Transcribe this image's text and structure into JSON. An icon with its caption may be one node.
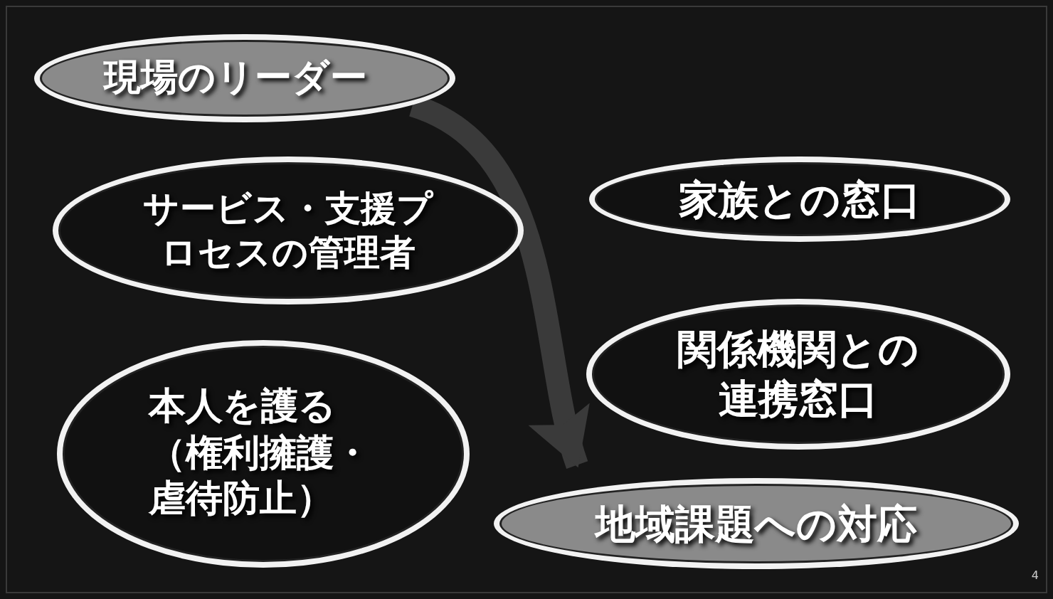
{
  "diagram": {
    "nodes": [
      {
        "text": [
          "現場のリーダー"
        ]
      },
      {
        "text": [
          "サービス・支援プロセスの管理者"
        ]
      },
      {
        "text": [
          "家族との窓口"
        ]
      },
      {
        "text": [
          "本人を護る（権利擁護・虐待防止）"
        ]
      },
      {
        "text": [
          "関係機関との連携窓口"
        ]
      },
      {
        "text": [
          "地域課題への対応"
        ]
      }
    ],
    "edges": [
      {
        "from": 0,
        "to": 5,
        "arrow": "to",
        "color": "#3a3a3a"
      }
    ],
    "labels": [
      "4"
    ]
  }
}
